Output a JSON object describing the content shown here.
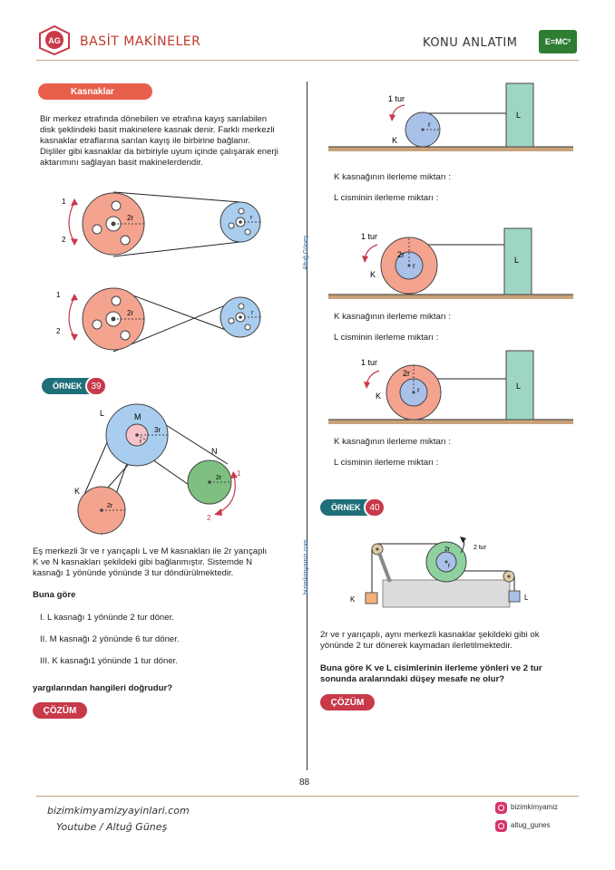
{
  "header": {
    "logo_text": "AG",
    "title": "BASİT MAKİNELER",
    "section": "KONU ANLATIM",
    "badge": "E=MC²"
  },
  "left": {
    "topic_label": "Kasnaklar",
    "intro": [
      "Bir merkez etrafında dönebilen ve etrafına kayış sarılabilen",
      "disk şeklindeki  basit makinelere kasnak denir. Farklı merkezli",
      "kasnaklar etraflarına sarılan kayış ile birbirine bağlanır.",
      "Dişliler gibi kasnaklar da birbiriyle uyum içinde çalışarak enerji",
      "aktarımını sağlayan basit makinelerdendir."
    ],
    "fig1": {
      "dir1": "1",
      "dir2": "2",
      "big_r": "2r",
      "small_r": "r"
    },
    "fig2": {
      "dir1": "1",
      "dir2": "2",
      "big_r": "2r",
      "small_r": "r"
    },
    "example_label": "ÖRNEK",
    "example_num": "39",
    "ex_fig": {
      "L": "L",
      "M": "M",
      "N": "N",
      "K": "K",
      "r_M": "r",
      "r_L": "3r",
      "r_N": "2r",
      "r_K": "2r",
      "d1": "1",
      "d2": "2"
    },
    "problem": [
      "Eş merkezli 3r ve r yarıçaplı L ve M kasnakları ile  2r yarıçaplı",
      "K ve N kasnakları şekildeki gibi bağlanmıştır. Sistemde N",
      "kasnağı 1 yönünde yönünde 3 tur döndürülmektedir."
    ],
    "buna_gore": "Buna göre",
    "statements": [
      "I.   L kasnağı 1 yönünde 2 tur döner.",
      "II.  M kasnağı 2 yönünde 6 tur döner.",
      "III.  K kasnağı1 yönünde 1 tur döner."
    ],
    "question": "yargılarından hangileri doğrudur?",
    "solution_label": "ÇÖZÜM"
  },
  "right": {
    "case1": {
      "turns": "1 tur",
      "K": "K",
      "r": "r",
      "L": "L"
    },
    "case1_lines": [
      "K kasnağının ilerleme miktarı :",
      "L cisminin ilerleme miktarı :"
    ],
    "case2": {
      "turns": "1 tur",
      "K": "K",
      "r": "r",
      "R": "2r",
      "L": "L"
    },
    "case2_lines": [
      "K kasnağının ilerleme miktarı :",
      "L cisminin ilerleme miktarı :"
    ],
    "case3": {
      "turns": "1 tur",
      "K": "K",
      "r": "r",
      "R": "2r",
      "L": "L"
    },
    "case3_lines": [
      "K kasnağının ilerleme miktarı :",
      "L cisminin ilerleme miktarı :"
    ],
    "example_label": "ÖRNEK",
    "example_num": "40",
    "ex_fig": {
      "turns": "2 tur",
      "R": "2r",
      "r": "r",
      "K": "K",
      "L": "L"
    },
    "problem": [
      "2r ve r yarıçaplı, aynı merkezli  kasnaklar şekildeki gibi ok",
      "yönünde 2 tur dönerek kaymadan ilerletilmektedir."
    ],
    "question": [
      "Buna göre K ve L cisimlerinin ilerleme yönleri ve 2 tur",
      "sonunda aralarındaki düşey mesafe ne olur?"
    ],
    "solution_label": "ÇÖZÜM"
  },
  "side_texts": {
    "upper": "Altuğ Güneş",
    "lower": "bizimkimyamiz.com"
  },
  "page_number": "88",
  "footer": {
    "website": "bizimkimyamizyayinlari.com",
    "youtube": "Youtube / Altuğ Güneş",
    "instagram1": "bizimkimyamiz",
    "instagram2": "altug_gunes"
  },
  "colors": {
    "accent": "#c8394a",
    "teal": "#1f6f78",
    "salmon": "#f4a38f",
    "blue": "#a9cdee",
    "green": "#7fbf7f",
    "block": "#9fd5c3"
  }
}
